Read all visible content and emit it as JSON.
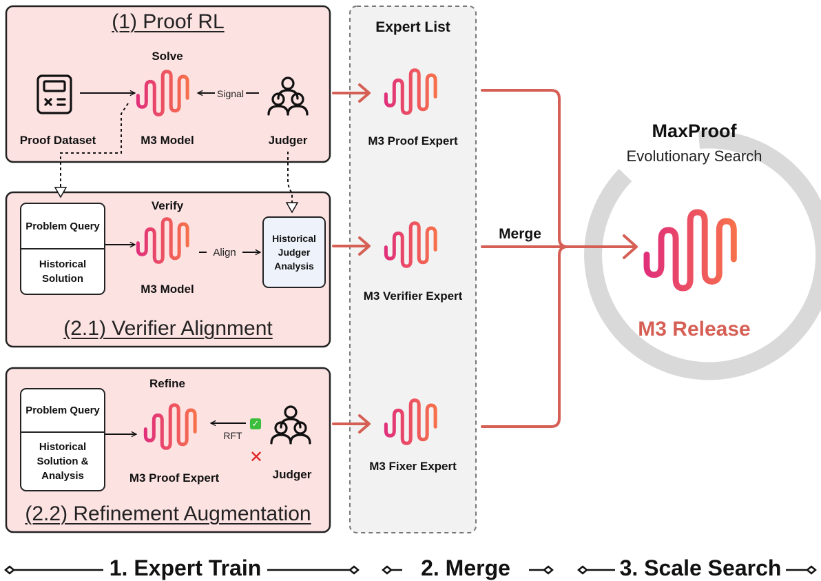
{
  "box1": {
    "title": "(1) Proof RL",
    "action": "Solve",
    "dataset_label": "Proof Dataset",
    "model_label": "M3 Model",
    "signal_label": "Signal",
    "judger_label": "Judger"
  },
  "box21": {
    "title": "(2.1) Verifier Alignment",
    "action": "Verify",
    "query_label": "Problem Query",
    "solution_label": "Historical Solution",
    "model_label": "M3 Model",
    "align_label": "Align",
    "analysis_label": "Historical Judger Analysis"
  },
  "box22": {
    "title": "(2.2) Refinement Augmentation",
    "action": "Refine",
    "query_label": "Problem Query",
    "solution_label": "Historical Solution & Analysis",
    "model_label": "M3 Proof Expert",
    "rft_label": "RFT",
    "judger_label": "Judger"
  },
  "experts": {
    "title": "Expert List",
    "items": [
      "M3 Proof Expert",
      "M3 Verifier Expert",
      "M3 Fixer Expert"
    ]
  },
  "merge_label": "Merge",
  "maxproof": {
    "title": "MaxProof",
    "subtitle": "Evolutionary Search",
    "release_label": "M3 Release"
  },
  "phases": [
    "1. Expert Train",
    "2. Merge",
    "3. Scale Search"
  ],
  "colors": {
    "box_fill": "#fde2e2",
    "expert_panel_fill": "#f2f2f2",
    "arrow_red": "#d55f55",
    "ring_gray": "#d9d9d9",
    "wave_start": "#e0307a",
    "wave_end": "#f7704c"
  },
  "icons": {
    "dataset": "calculator-icon",
    "model": "sound-wave-icon",
    "judger": "people-group-icon",
    "correct": "check-mark-icon",
    "wrong": "cross-mark-icon"
  }
}
